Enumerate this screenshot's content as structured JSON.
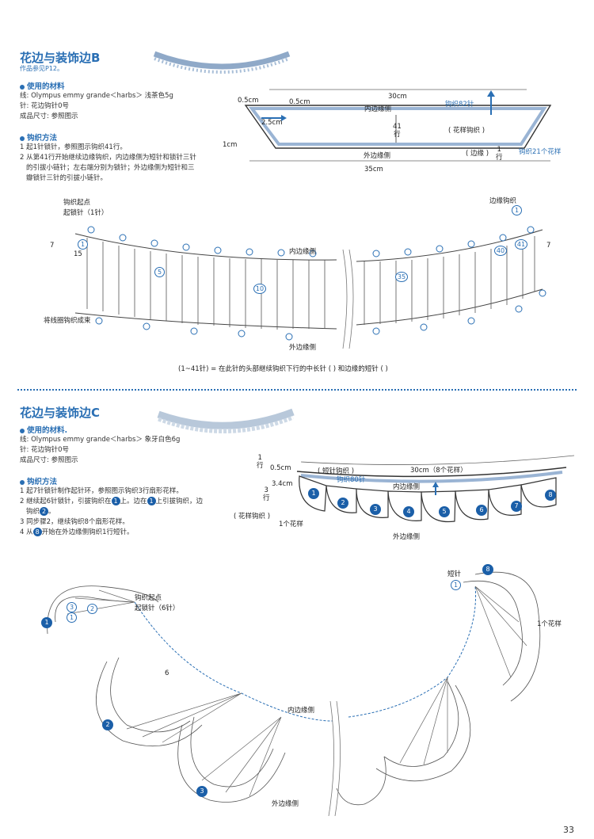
{
  "section_b": {
    "title": "花边与装饰边B",
    "ref": "作品参见P12。",
    "materials_heading": "使用的材料",
    "materials": [
      "线: Olympus  emmy grande＜harbs＞ 浅茶色5g",
      "针: 花边钩针0号",
      "成品尺寸: 参照图示"
    ],
    "method_heading": "钩织方法",
    "steps": [
      "1 起1针锁针，参照图示钩织41行。",
      "2 从第41行开始继续边缘钩织，内边缘侧为短针和锁针三针",
      "的引拔小链针；左右端分别为锁针；外边缘侧为短针和三",
      "瓣锁针三针的引拔小链针。"
    ],
    "schematic": {
      "w_inner": "30cm",
      "w_outer": "35cm",
      "rows": "41",
      "rows_unit": "行",
      "inner_side": "内边缘侧",
      "outer_side": "外边缘侧",
      "pattern_label": "( 花样钩织 )",
      "edge_label": "( 边缘 )",
      "edge_rows": "1",
      "edge_rows_unit": "行",
      "m05a": "0.5cm",
      "m05b": "0.5cm",
      "m25": "2.5cm",
      "m1": "1cm",
      "stitches_82": "钩织82针",
      "stitches_21": "钩织21个花样"
    },
    "chart": {
      "start_point": "钩织起点",
      "start_chain": "起锁针（1针）",
      "edge_knit": "边缘钩织",
      "inner_side": "内边缘侧",
      "outer_side": "外边缘侧",
      "finish_note": "将线圈钩织成束",
      "row_nums": [
        "1",
        "5",
        "10",
        "15",
        "35",
        "40",
        "41"
      ],
      "circ_1": "1",
      "side_7": "7"
    },
    "legend": "(1~41针) = 在此针的头部继续钩织下行的中长针 ( ) 和边缘的短针 ( )"
  },
  "section_c": {
    "title": "花边与装饰边C",
    "materials_heading": "使用的材料.",
    "materials": [
      "线: Olympus  emmy grande＜harbs＞ 象牙白色6g",
      "针: 花边钩针0号",
      "成品尺寸: 参照图示"
    ],
    "method_heading": "钩织方法",
    "steps": [
      "1 起7针锁针制作起针环，参照图示钩织3行扇形花样。",
      "2 继续起6针锁针，引拔钩织在",
      "上。边在",
      "上引拔钩织，边",
      "钩织",
      "。",
      "3 同步骤2，继续钩织8个扇形花样。",
      "4 从",
      "开始在外边缘侧钩织1行短针。"
    ],
    "step_circles": [
      "1",
      "1",
      "2",
      "8"
    ],
    "schematic": {
      "w": "30cm（8个花样）",
      "short_stitch": "( 短针钩织 )",
      "stitches_80": "钩织80针",
      "m05": "0.5cm",
      "m34": "3.4cm",
      "rows1": "1",
      "rows3": "3",
      "rows_unit": "行",
      "inner_side": "内边缘侧",
      "outer_side": "外边缘侧",
      "pattern_label": "( 花样钩织 )",
      "one_pattern": "1个花样",
      "fans": [
        "1",
        "2",
        "3",
        "4",
        "5",
        "6",
        "7",
        "8"
      ]
    },
    "chart": {
      "start_point": "钩织起点",
      "start_chain": "起锁针（6针）",
      "short_stitch": "短针",
      "one_pattern": "1个花样",
      "inner_side": "内边缘侧",
      "outer_side": "外边缘侧",
      "fan_nums": [
        "1",
        "2",
        "3",
        "8"
      ],
      "small_nums": [
        "1",
        "2",
        "3",
        "6",
        "1"
      ]
    }
  },
  "page_number": "33",
  "colors": {
    "accent": "#2a6fb4",
    "badge": "#1b5fa8",
    "lace": "#8fa9c8"
  }
}
